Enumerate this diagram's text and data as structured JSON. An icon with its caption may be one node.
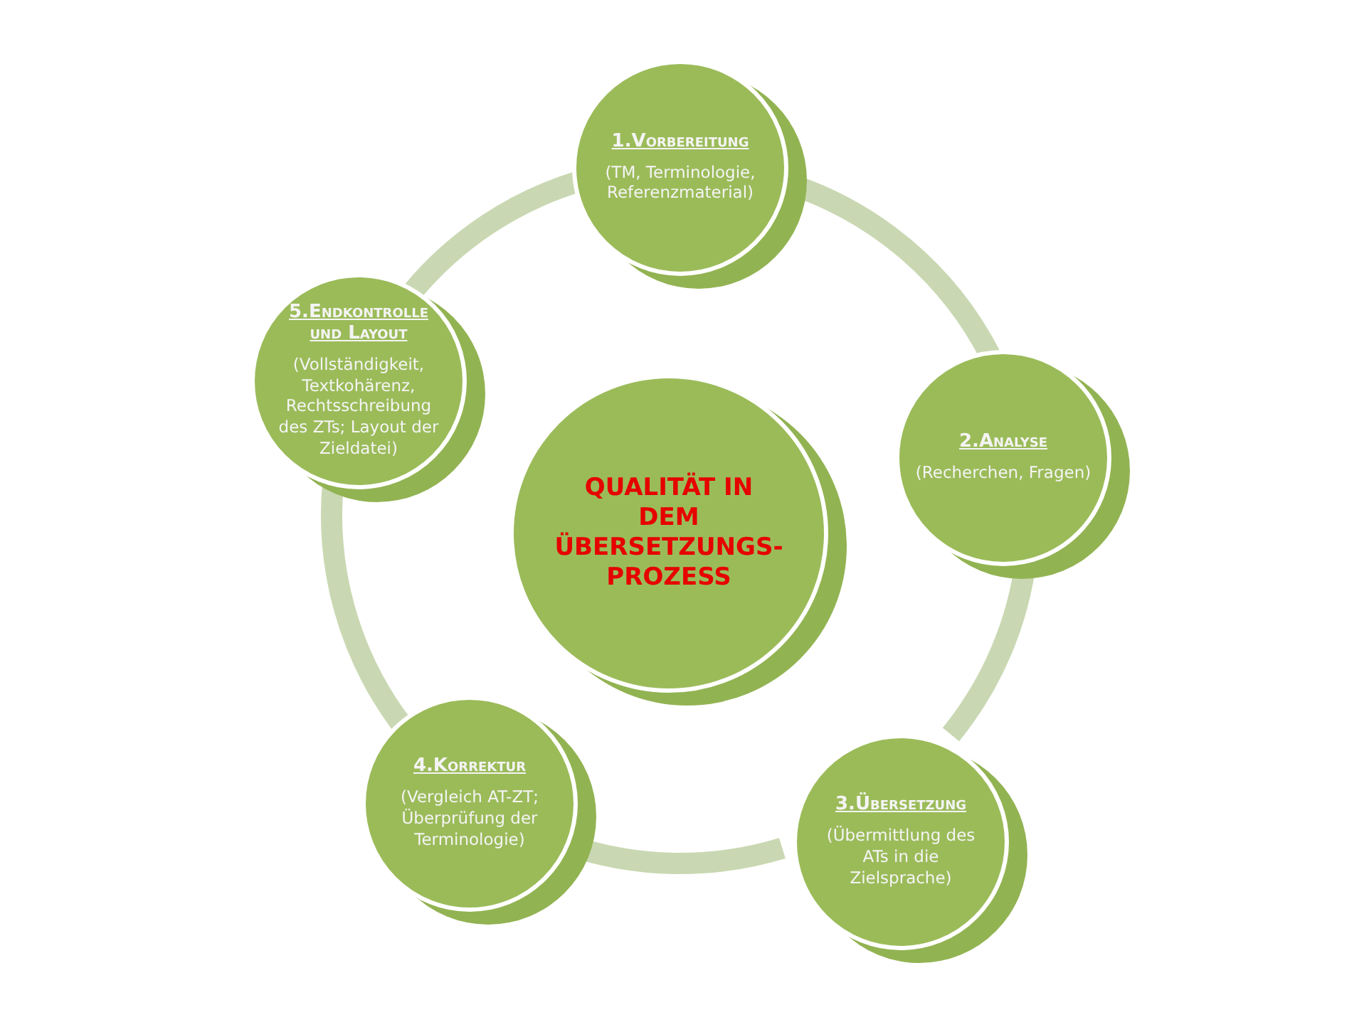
{
  "diagram": {
    "nodes": [
      {
        "text": [
          "QUALITÄT IN DEM ÜBERSETZUNGS- PROZESS"
        ]
      },
      {
        "text": [
          "1.Vorbereitung",
          "(TM, Terminologie, Referenzmaterial)"
        ]
      },
      {
        "text": [
          "2.Analyse",
          "(Recherchen, Fragen)"
        ]
      },
      {
        "text": [
          "3.Übersetzung",
          "(Übermittlung des ATs in die Zielsprache)"
        ]
      },
      {
        "text": [
          "4.Korrektur",
          "(Vergleich AT-ZT; Überprüfung der Terminologie)"
        ]
      },
      {
        "text": [
          "5.Endkontrolle und Layout",
          "(Vollständigkeit, Textkohärenz, Rechtsschreibung des ZTs; Layout der Zieldatei)"
        ]
      }
    ],
    "edges": [
      {
        "from": 1,
        "to": 2,
        "arrow": "none"
      },
      {
        "from": 2,
        "to": 3,
        "arrow": "none"
      },
      {
        "from": 3,
        "to": 4,
        "arrow": "none"
      },
      {
        "from": 4,
        "to": 5,
        "arrow": "none"
      },
      {
        "from": 5,
        "to": 1,
        "arrow": "none"
      }
    ]
  }
}
